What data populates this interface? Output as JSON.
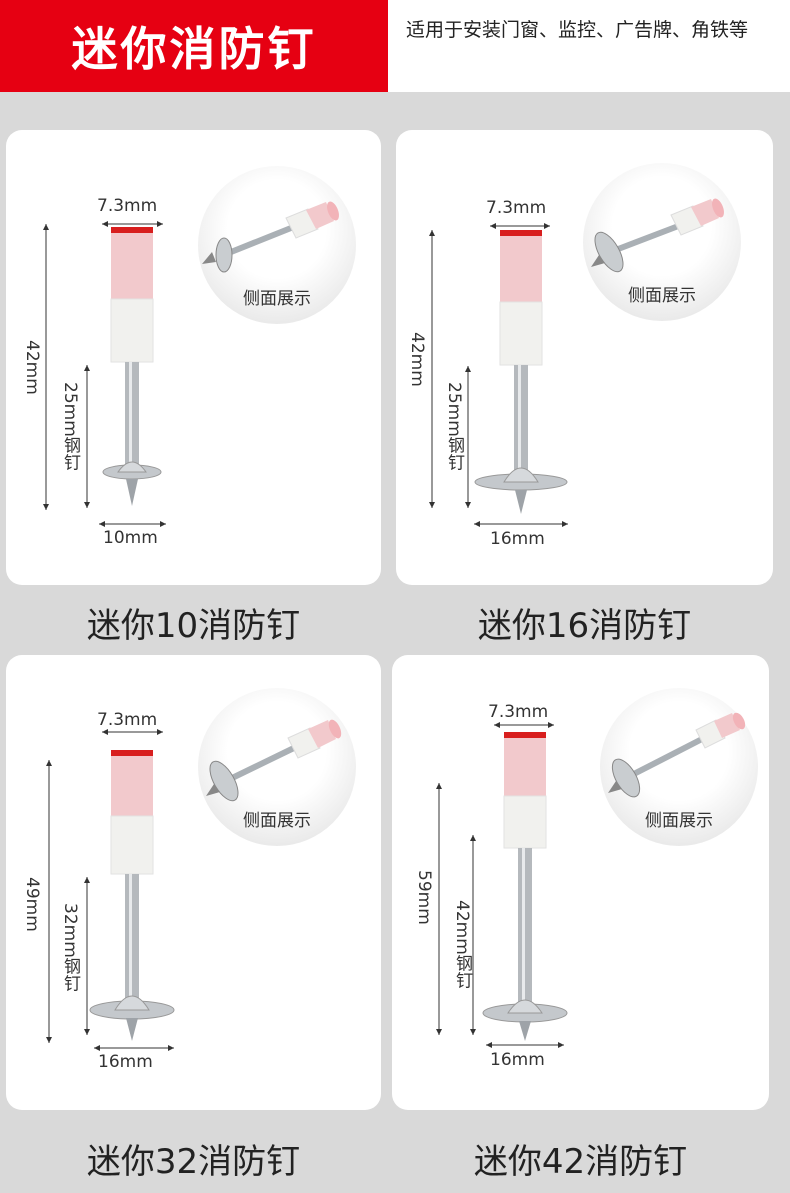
{
  "header": {
    "title": "迷你消防钉",
    "subtitle": "适用于安装门窗、监控、广告牌、角铁等"
  },
  "products": [
    {
      "caption": "迷你10消防钉",
      "cap_width": "7.3mm",
      "total_length": "42mm",
      "steel_length": "25mm钢钉",
      "washer": "10mm",
      "side_label": "侧面展示"
    },
    {
      "caption": "迷你16消防钉",
      "cap_width": "7.3mm",
      "total_length": "42mm",
      "steel_length": "25mm钢钉",
      "washer": "16mm",
      "side_label": "侧面展示"
    },
    {
      "caption": "迷你32消防钉",
      "cap_width": "7.3mm",
      "total_length": "49mm",
      "steel_length": "32mm钢钉",
      "washer": "16mm",
      "side_label": "侧面展示"
    },
    {
      "caption": "迷你42消防钉",
      "cap_width": "7.3mm",
      "total_length": "59mm",
      "steel_length": "42mm钢钉",
      "washer": "16mm",
      "side_label": "侧面展示"
    }
  ],
  "colors": {
    "brand_red": "#e60012",
    "cap_red": "#d81e1e",
    "pink": "#f2c9cc",
    "white_sleeve": "#f1f1ee",
    "steel": "#b5b9bd"
  }
}
